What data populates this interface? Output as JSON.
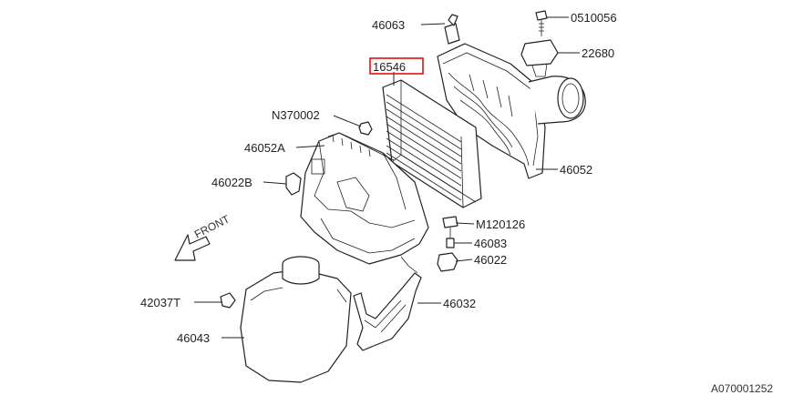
{
  "labels": {
    "p46063": "46063",
    "p0510056": "0510056",
    "p22680": "22680",
    "p16546": "16546",
    "pN370002": "N370002",
    "p46052A": "46052A",
    "p46022B": "46022B",
    "p46052": "46052",
    "pM120126": "M120126",
    "p46083": "46083",
    "p46022": "46022",
    "p42037T": "42037T",
    "p46032": "46032",
    "p46043": "46043",
    "front": "FRONT",
    "drawing_code": "A070001252"
  },
  "highlight": {
    "part": "16546",
    "color": "#e01010"
  }
}
